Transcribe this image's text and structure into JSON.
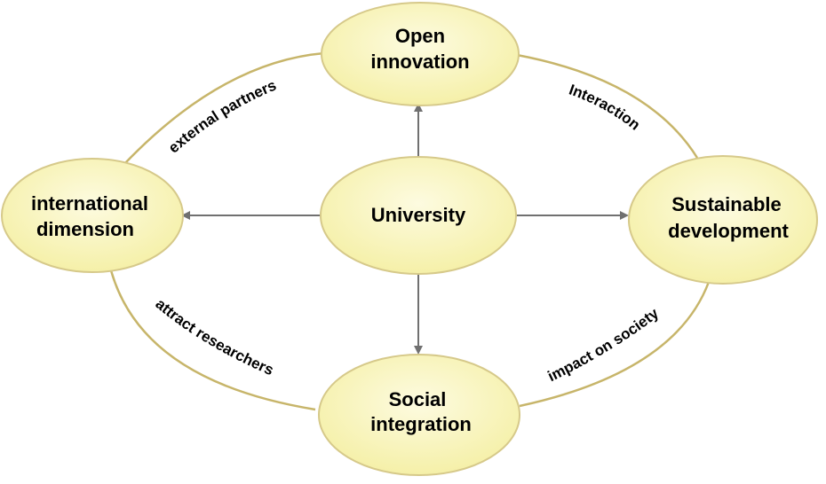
{
  "diagram": {
    "nodes": {
      "university": {
        "lines": [
          "University"
        ]
      },
      "open_innovation": {
        "lines": [
          "Open",
          "innovation"
        ]
      },
      "international": {
        "lines": [
          "international",
          "dimension"
        ]
      },
      "sustainable": {
        "lines": [
          "Sustainable",
          "development"
        ]
      },
      "social": {
        "lines": [
          "Social",
          "integration"
        ]
      }
    },
    "edge_labels": {
      "external_partners": "external partners",
      "interaction": "Interaction",
      "attract_researchers": "attract researchers",
      "impact_on_society": "impact on society"
    },
    "colors": {
      "node_fill": "#f5f0a8",
      "node_fill_light": "#fdfbe0",
      "node_stroke": "#d6c98a",
      "ring_stroke": "#c7b56a",
      "arrow": "#707070"
    }
  }
}
